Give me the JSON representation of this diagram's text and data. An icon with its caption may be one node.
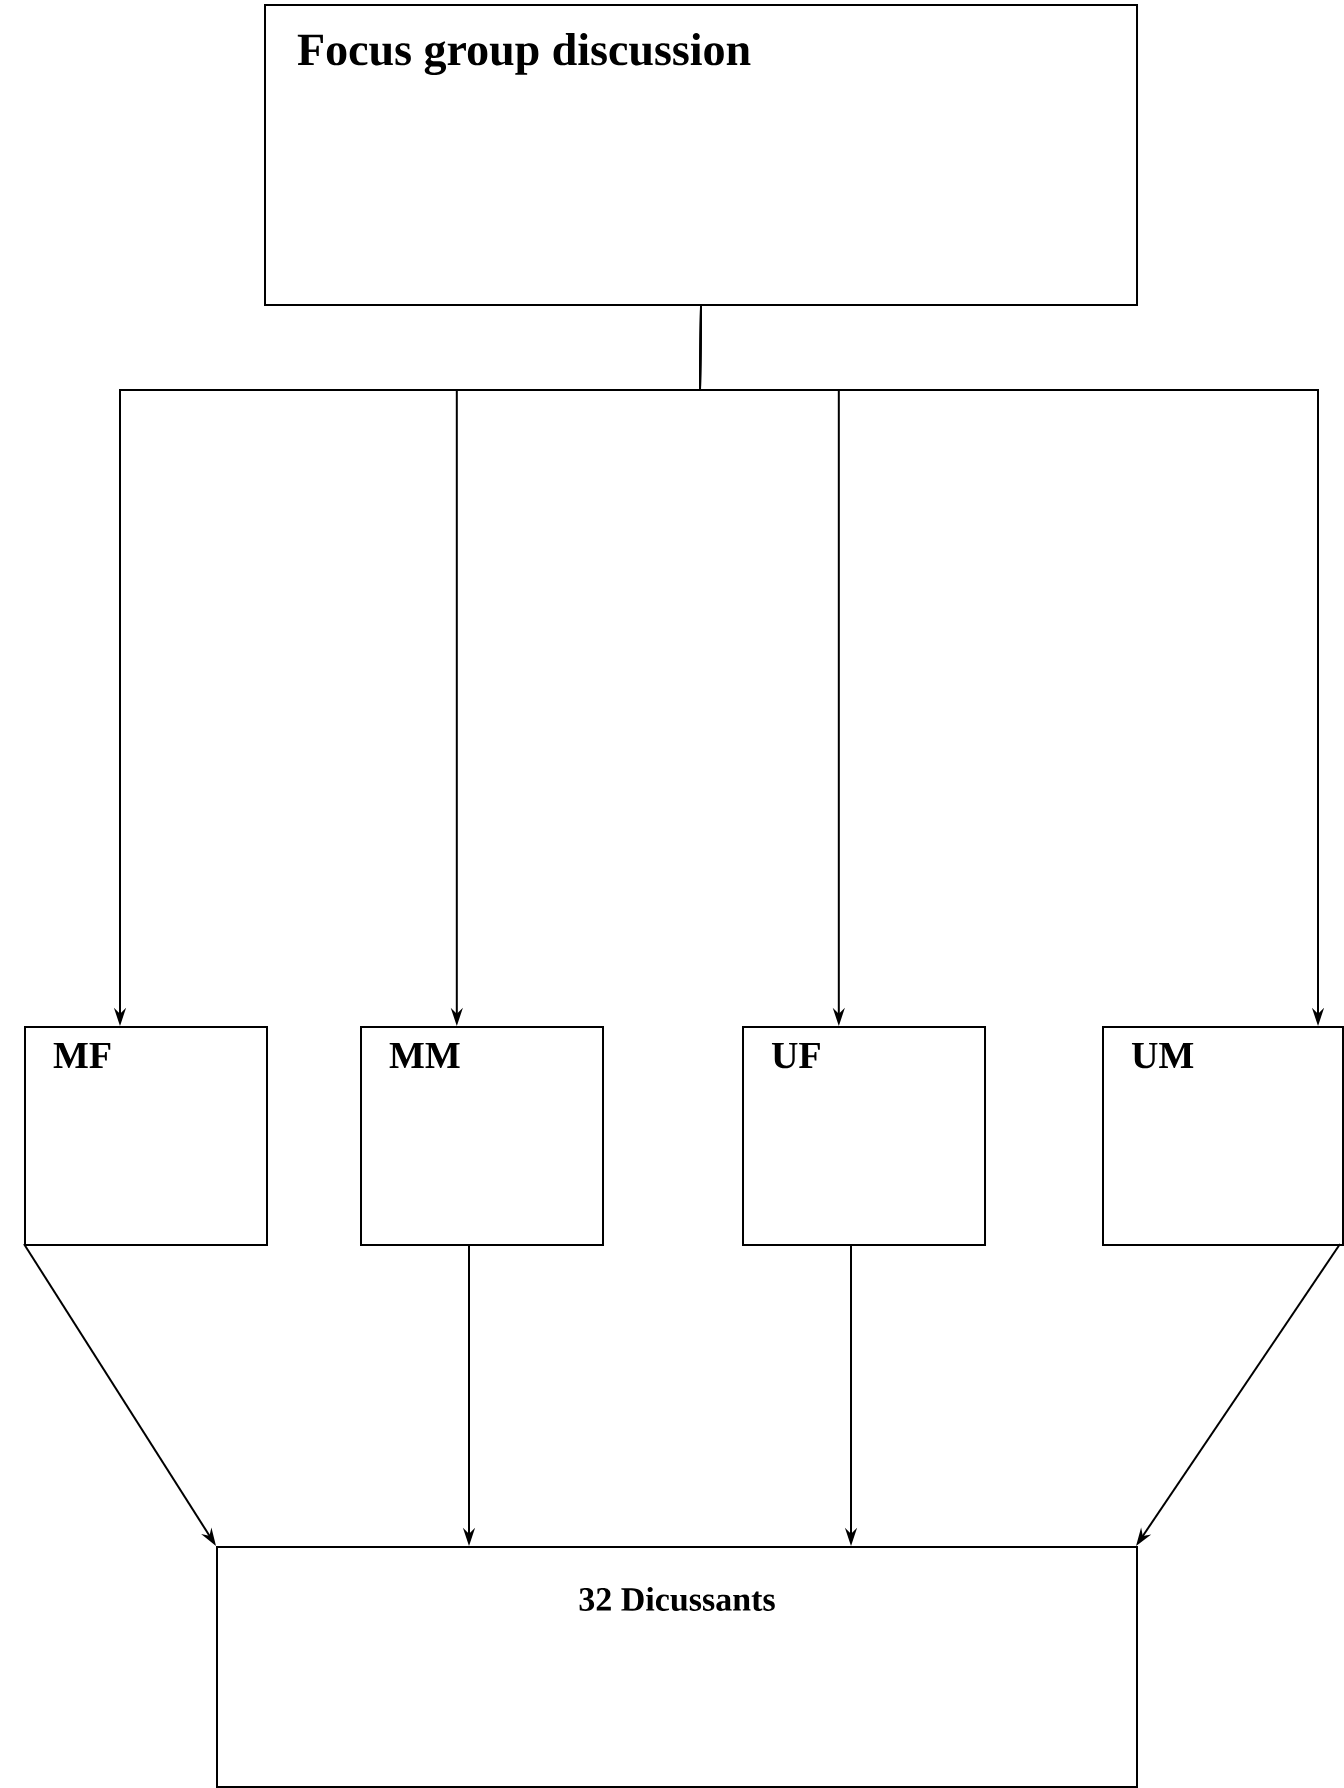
{
  "diagram": {
    "nodes": [
      {
        "text": [
          "Focus group discussion"
        ]
      },
      {
        "text": [
          "MF"
        ]
      },
      {
        "text": [
          "MM"
        ]
      },
      {
        "text": [
          "UF"
        ]
      },
      {
        "text": [
          "UM"
        ]
      },
      {
        "text": [
          "32 Dicussants"
        ]
      }
    ],
    "edges": [
      {
        "from": 0,
        "to": 1,
        "arrow": "to"
      },
      {
        "from": 0,
        "to": 2,
        "arrow": "to"
      },
      {
        "from": 0,
        "to": 3,
        "arrow": "to"
      },
      {
        "from": 0,
        "to": 4,
        "arrow": "to"
      },
      {
        "from": 1,
        "to": 5,
        "arrow": "to"
      },
      {
        "from": 2,
        "to": 5,
        "arrow": "to"
      },
      {
        "from": 3,
        "to": 5,
        "arrow": "to"
      },
      {
        "from": 4,
        "to": 5,
        "arrow": "to"
      }
    ]
  }
}
